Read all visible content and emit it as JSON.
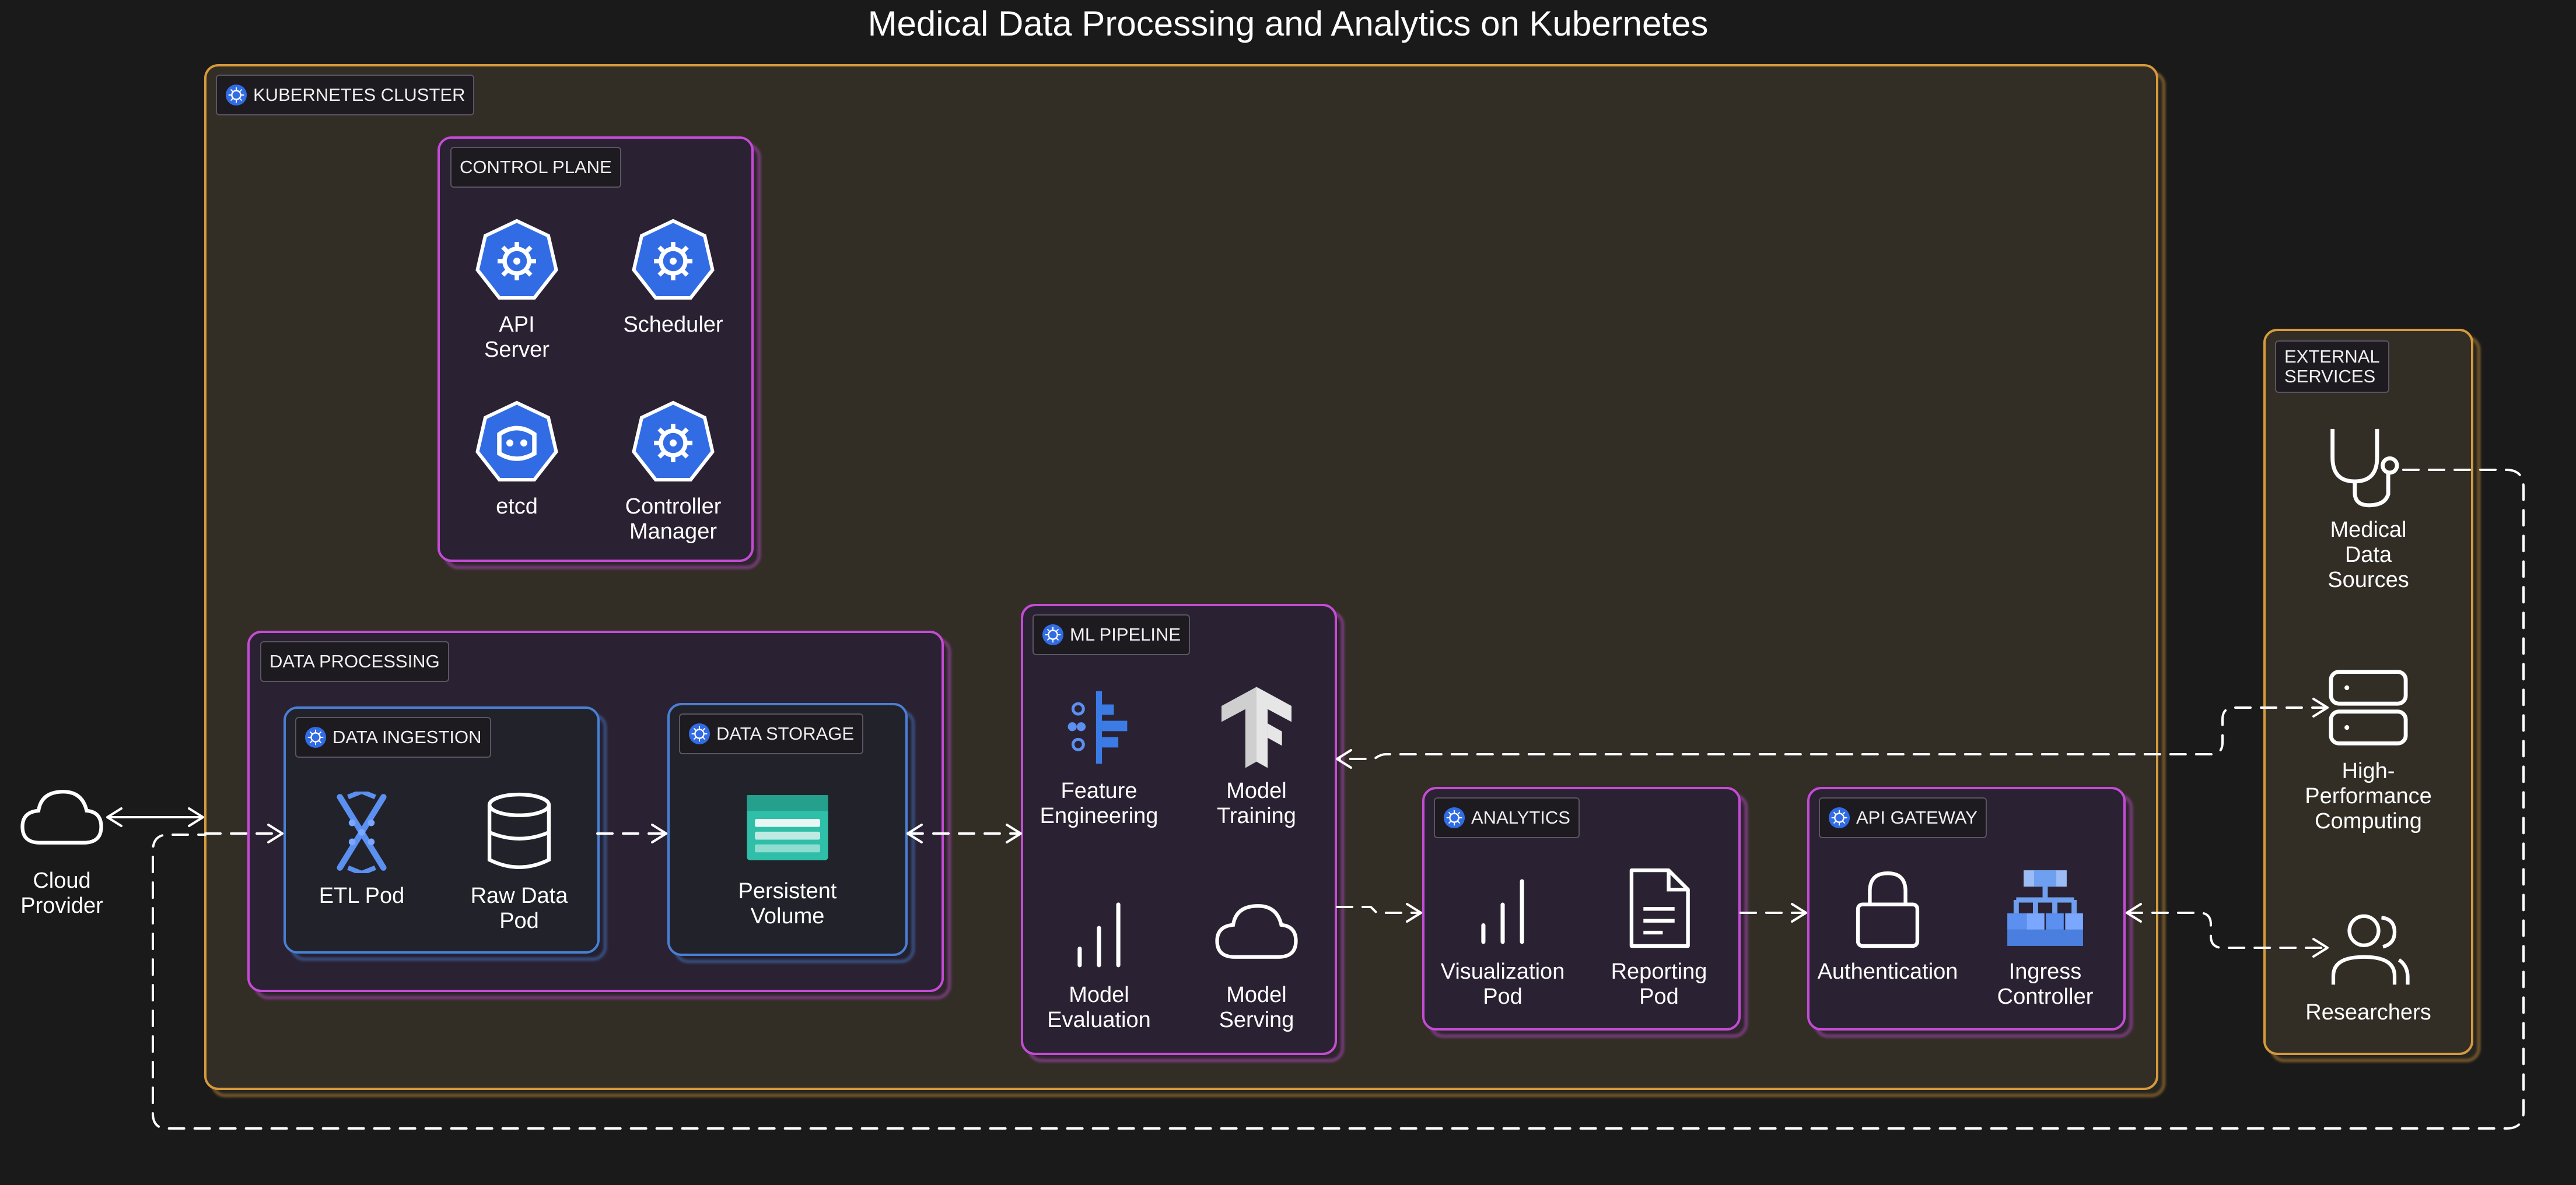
{
  "title": "Medical Data Processing and Analytics on Kubernetes",
  "colors": {
    "background": "#1a1a1a",
    "cluster_border": "#d79a3a",
    "cluster_fill": "#322d27",
    "group_border": "#c54cd6",
    "group_fill": "#2b2430",
    "subgroup_border": "#4a7fd4",
    "subgroup_fill": "#20242c",
    "k8s_blue": "#326ce5",
    "line": "#ffffff"
  },
  "groups": {
    "cluster": "KUBERNETES CLUSTER",
    "control_plane": "CONTROL PLANE",
    "data_processing": "DATA PROCESSING",
    "data_ingestion": "DATA INGESTION",
    "data_storage": "DATA STORAGE",
    "ml_pipeline": "ML PIPELINE",
    "analytics": "ANALYTICS",
    "api_gateway": "API GATEWAY",
    "external_services": "EXTERNAL\nSERVICES"
  },
  "nodes": {
    "api_server": {
      "label": "API Server",
      "icon": "k8s-api-server-icon"
    },
    "scheduler": {
      "label": "Scheduler",
      "icon": "k8s-scheduler-icon"
    },
    "etcd": {
      "label": "etcd",
      "icon": "k8s-etcd-icon"
    },
    "controller_manager": {
      "label": "Controller\nManager",
      "icon": "k8s-controller-manager-icon"
    },
    "etl_pod": {
      "label": "ETL Pod",
      "icon": "etl-pod-icon"
    },
    "raw_data_pod": {
      "label": "Raw Data\nPod",
      "icon": "database-icon"
    },
    "persistent_volume": {
      "label": "Persistent\nVolume",
      "icon": "persistent-volume-icon"
    },
    "feature_engineering": {
      "label": "Feature\nEngineering",
      "icon": "feature-engineering-icon"
    },
    "model_training": {
      "label": "Model\nTraining",
      "icon": "tensorflow-icon"
    },
    "model_evaluation": {
      "label": "Model\nEvaluation",
      "icon": "bar-chart-icon"
    },
    "model_serving": {
      "label": "Model\nServing",
      "icon": "cloud-icon"
    },
    "visualization_pod": {
      "label": "Visualization\nPod",
      "icon": "bar-chart-icon"
    },
    "reporting_pod": {
      "label": "Reporting\nPod",
      "icon": "document-icon"
    },
    "authentication": {
      "label": "Authentication",
      "icon": "lock-icon"
    },
    "ingress_controller": {
      "label": "Ingress\nController",
      "icon": "load-balancer-icon"
    },
    "medical_data_sources": {
      "label": "Medical\nData\nSources",
      "icon": "stethoscope-icon"
    },
    "hpc": {
      "label": "High-\nPerformance\nComputing",
      "icon": "server-icon"
    },
    "researchers": {
      "label": "Researchers",
      "icon": "users-icon"
    },
    "cloud_provider": {
      "label": "Cloud\nProvider",
      "icon": "cloud-icon"
    }
  }
}
